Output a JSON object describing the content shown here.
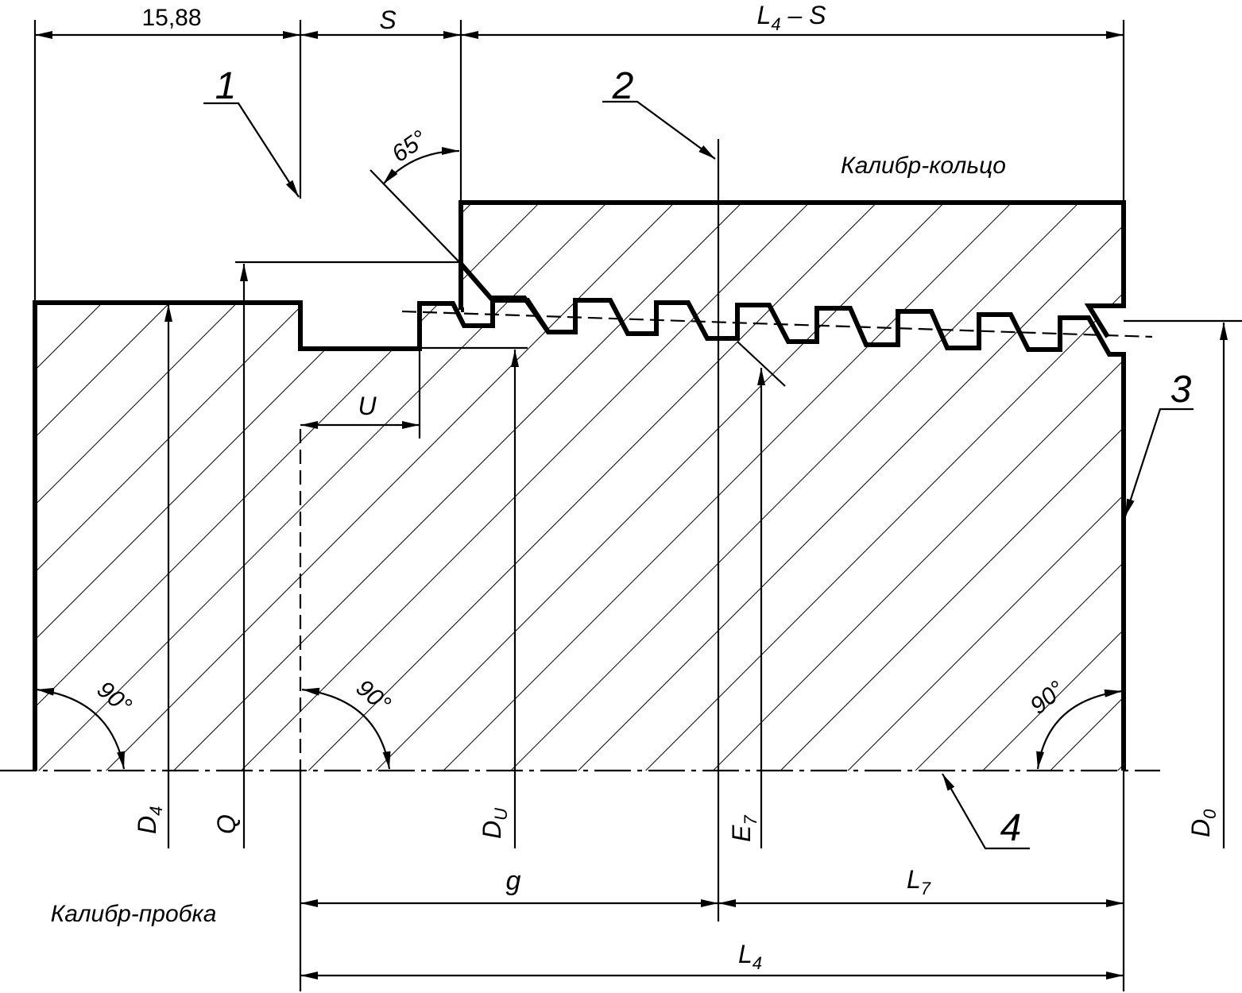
{
  "labels": {
    "dim_15_88": "15,88",
    "dim_s": "S",
    "dim_l4_minus_s_main": "L",
    "dim_l4_minus_s_sub": "4",
    "dim_l4_minus_s_rest": " – S",
    "angle_65": "65°",
    "callout_1": "1",
    "callout_2": "2",
    "callout_3": "3",
    "callout_4": "4",
    "ring_gauge": "Калибр-кольцо",
    "plug_gauge": "Калибр-пробка",
    "dim_u": "U",
    "d4_main": "D",
    "d4_sub": "4",
    "q": "Q",
    "du_main": "D",
    "du_sub": "U",
    "e7_main": "E",
    "e7_sub": "7",
    "d0_main": "D",
    "d0_sub": "0",
    "dim_g": "g",
    "l7_main": "L",
    "l7_sub": "7",
    "l4_main": "L",
    "l4_sub": "4",
    "angle_90_left": "90°",
    "angle_90_mid": "90°",
    "angle_90_right": "90°"
  },
  "colors": {
    "ink": "#000000",
    "paper": "#ffffff"
  }
}
